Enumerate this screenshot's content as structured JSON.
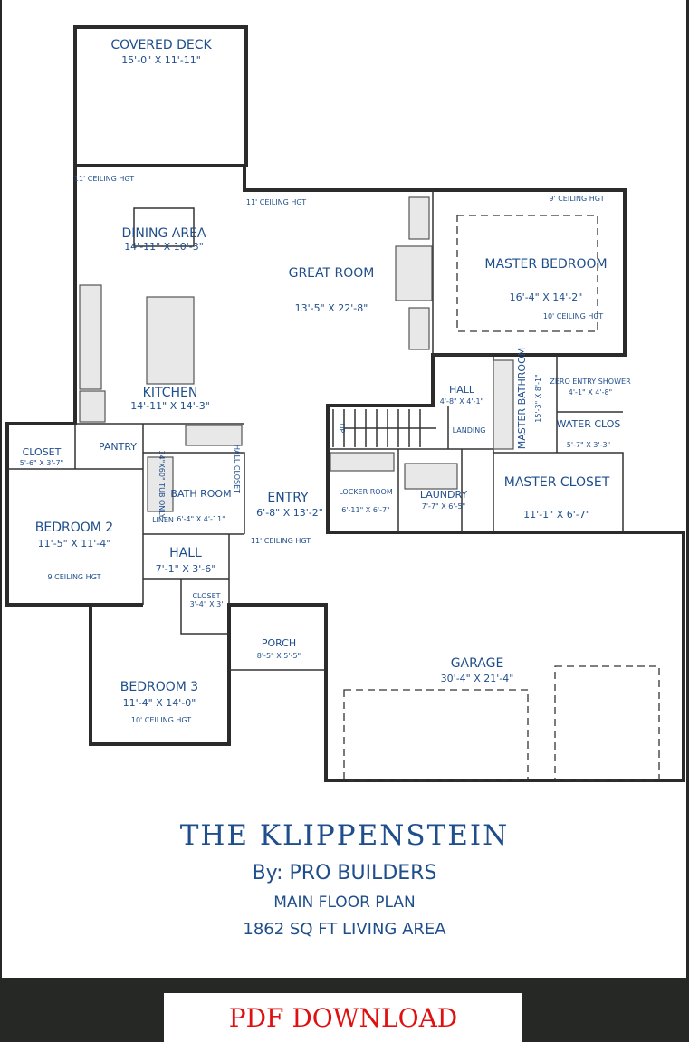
{
  "plan": {
    "rooms": [
      {
        "name": "COVERED DECK",
        "dim": "15'-0\" X 11'-11\""
      },
      {
        "name": "DINING AREA",
        "dim": "14'-11\" X 10'-3\""
      },
      {
        "name": "GREAT ROOM",
        "dim": "13'-5\" X 22'-8\""
      },
      {
        "name": "MASTER BEDROOM",
        "dim": "16'-4\" X 14'-2\""
      },
      {
        "name": "KITCHEN",
        "dim": "14'-11\" X 14'-3\""
      },
      {
        "name": "HALL",
        "dim": "4'-8\" X 4'-1\""
      },
      {
        "name": "MASTER BATHROOM",
        "dim": "15'-3\" X 8'-1\""
      },
      {
        "name": "ZERO ENTRY SHOWER",
        "dim": "4'-1\" X 4'-8\""
      },
      {
        "name": "WATER CLOS",
        "dim": "5'-7\" X 3'-3\""
      },
      {
        "name": "LANDING",
        "dim": ""
      },
      {
        "name": "PANTRY",
        "dim": ""
      },
      {
        "name": "CLOSET",
        "dim": "5'-6\" X 3'-7\""
      },
      {
        "name": "BATH ROOM",
        "dim": "6'-4\" X 4'-11\""
      },
      {
        "name": "ENTRY",
        "dim": "6'-8\" X 13'-2\""
      },
      {
        "name": "LOCKER ROOM",
        "dim": "6'-11\" X 6'-7\""
      },
      {
        "name": "LAUNDRY",
        "dim": "7'-7\" X 6'-5\""
      },
      {
        "name": "MASTER CLOSET",
        "dim": "11'-1\" X 6'-7\""
      },
      {
        "name": "BEDROOM 2",
        "dim": "11'-5\" X 11'-4\""
      },
      {
        "name": "HALL",
        "dim": "7'-1\" X 3'-6\""
      },
      {
        "name": "CLOSET",
        "dim": "3'-4\" X 3'"
      },
      {
        "name": "PORCH",
        "dim": "8'-5\" X 5'-5\""
      },
      {
        "name": "GARAGE",
        "dim": "30'-4\" X 21'-4\""
      },
      {
        "name": "BEDROOM 3",
        "dim": "11'-4\" X 14'-0\""
      },
      {
        "name": "LINEN",
        "dim": ""
      },
      {
        "name": "HALL CLOSET",
        "dim": ""
      }
    ],
    "ceilings": [
      "11' CEILING HGT",
      "11' CEILING HGT",
      "9' CEILING HGT",
      "10' CEILING HGT",
      "11' CEILING HGT",
      "9 CEILING HGT",
      "10' CEILING HGT"
    ],
    "tub_note": "34\"X60\" TUB ONLY",
    "up_note": "UP"
  },
  "title": {
    "name": "THE KLIPPENSTEIN",
    "builder": "By: PRO BUILDERS",
    "plan_type": "MAIN FLOOR PLAN",
    "area": "1862 SQ FT LIVING AREA"
  },
  "download": {
    "label": "PDF DOWNLOAD",
    "color": "#e01010"
  }
}
